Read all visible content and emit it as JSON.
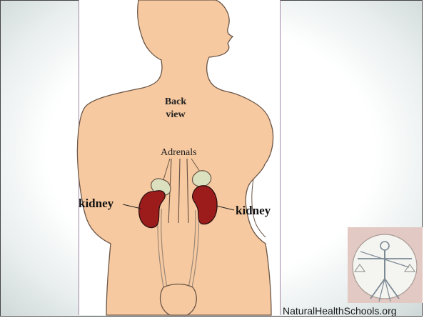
{
  "labels": {
    "back_view_line1": "Back",
    "back_view_line2": "view",
    "adrenals": "Adrenals",
    "kidney_left": "kidney",
    "kidney_right": "kidney"
  },
  "watermark": {
    "text": "NaturalHealthSchools.org"
  },
  "colors": {
    "skin": "#f7c9a0",
    "skin_outline": "#6b5647",
    "kidney": "#9c1c1c",
    "adrenal": "#dbe0be",
    "ureter_outline": "#9a8878",
    "watermark_bg": "#e2c9c3"
  },
  "icons": {
    "watermark_logo": "vitruvian-man-icon"
  }
}
